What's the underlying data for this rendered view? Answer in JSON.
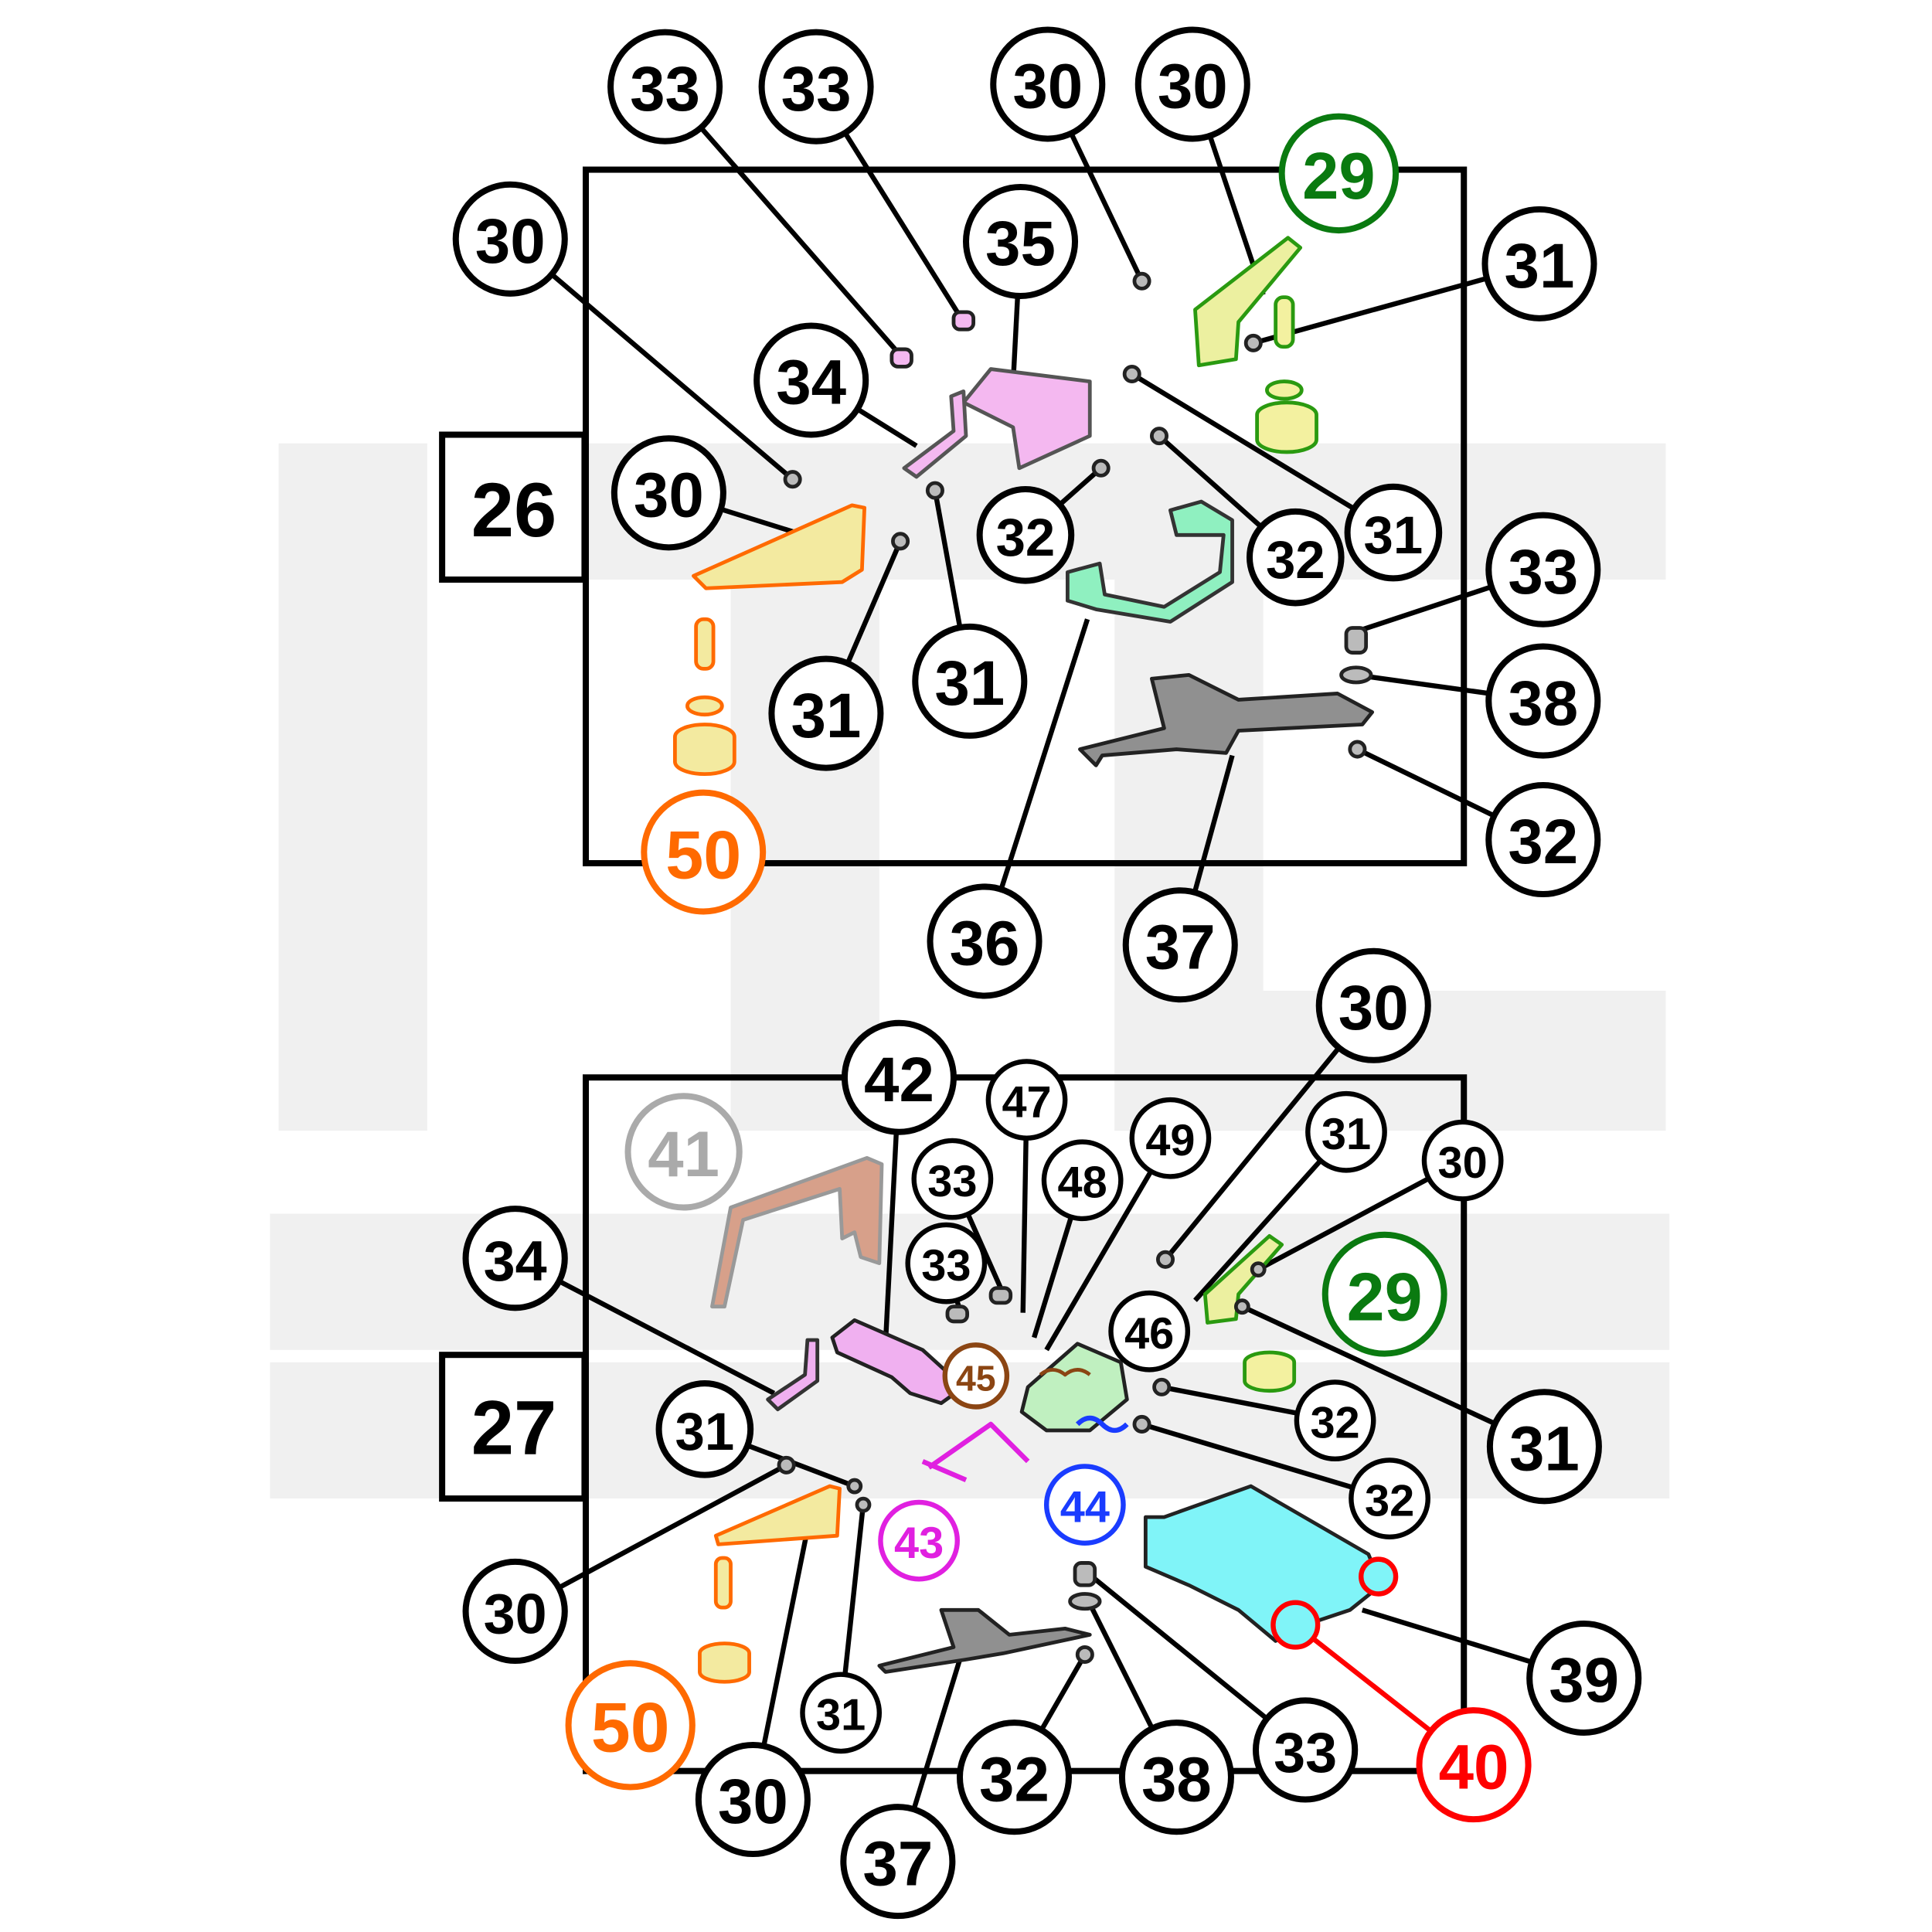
{
  "diagrams": [
    {
      "figure_label": "26",
      "callouts": [
        {
          "label": "33",
          "color": "#000000"
        },
        {
          "label": "33",
          "color": "#000000"
        },
        {
          "label": "30",
          "color": "#000000"
        },
        {
          "label": "30",
          "color": "#000000"
        },
        {
          "label": "29",
          "color": "#0a7a10"
        },
        {
          "label": "30",
          "color": "#000000"
        },
        {
          "label": "35",
          "color": "#000000"
        },
        {
          "label": "31",
          "color": "#000000"
        },
        {
          "label": "34",
          "color": "#000000"
        },
        {
          "label": "30",
          "color": "#000000"
        },
        {
          "label": "32",
          "color": "#000000"
        },
        {
          "label": "32",
          "color": "#000000"
        },
        {
          "label": "31",
          "color": "#000000"
        },
        {
          "label": "33",
          "color": "#000000"
        },
        {
          "label": "31",
          "color": "#000000"
        },
        {
          "label": "31",
          "color": "#000000"
        },
        {
          "label": "38",
          "color": "#000000"
        },
        {
          "label": "32",
          "color": "#000000"
        },
        {
          "label": "50",
          "color": "#ff6a00"
        },
        {
          "label": "36",
          "color": "#000000"
        },
        {
          "label": "37",
          "color": "#000000"
        }
      ]
    },
    {
      "figure_label": "27",
      "callouts": [
        {
          "label": "30",
          "color": "#000000"
        },
        {
          "label": "42",
          "color": "#000000"
        },
        {
          "label": "47",
          "color": "#000000"
        },
        {
          "label": "41",
          "color": "#aaaaaa"
        },
        {
          "label": "33",
          "color": "#000000"
        },
        {
          "label": "48",
          "color": "#000000"
        },
        {
          "label": "49",
          "color": "#000000"
        },
        {
          "label": "31",
          "color": "#000000"
        },
        {
          "label": "30",
          "color": "#000000"
        },
        {
          "label": "29",
          "color": "#0a7a10"
        },
        {
          "label": "34",
          "color": "#000000"
        },
        {
          "label": "33",
          "color": "#000000"
        },
        {
          "label": "46",
          "color": "#000000"
        },
        {
          "label": "45",
          "color": "#8b4513"
        },
        {
          "label": "32",
          "color": "#000000"
        },
        {
          "label": "31",
          "color": "#000000"
        },
        {
          "label": "31",
          "color": "#000000"
        },
        {
          "label": "32",
          "color": "#000000"
        },
        {
          "label": "44",
          "color": "#1a3cff"
        },
        {
          "label": "43",
          "color": "#e020e0"
        },
        {
          "label": "30",
          "color": "#000000"
        },
        {
          "label": "39",
          "color": "#000000"
        },
        {
          "label": "31",
          "color": "#000000"
        },
        {
          "label": "50",
          "color": "#ff6a00"
        },
        {
          "label": "40",
          "color": "#ff0000"
        },
        {
          "label": "30",
          "color": "#000000"
        },
        {
          "label": "32",
          "color": "#000000"
        },
        {
          "label": "38",
          "color": "#000000"
        },
        {
          "label": "33",
          "color": "#000000"
        },
        {
          "label": "37",
          "color": "#000000"
        }
      ]
    }
  ]
}
